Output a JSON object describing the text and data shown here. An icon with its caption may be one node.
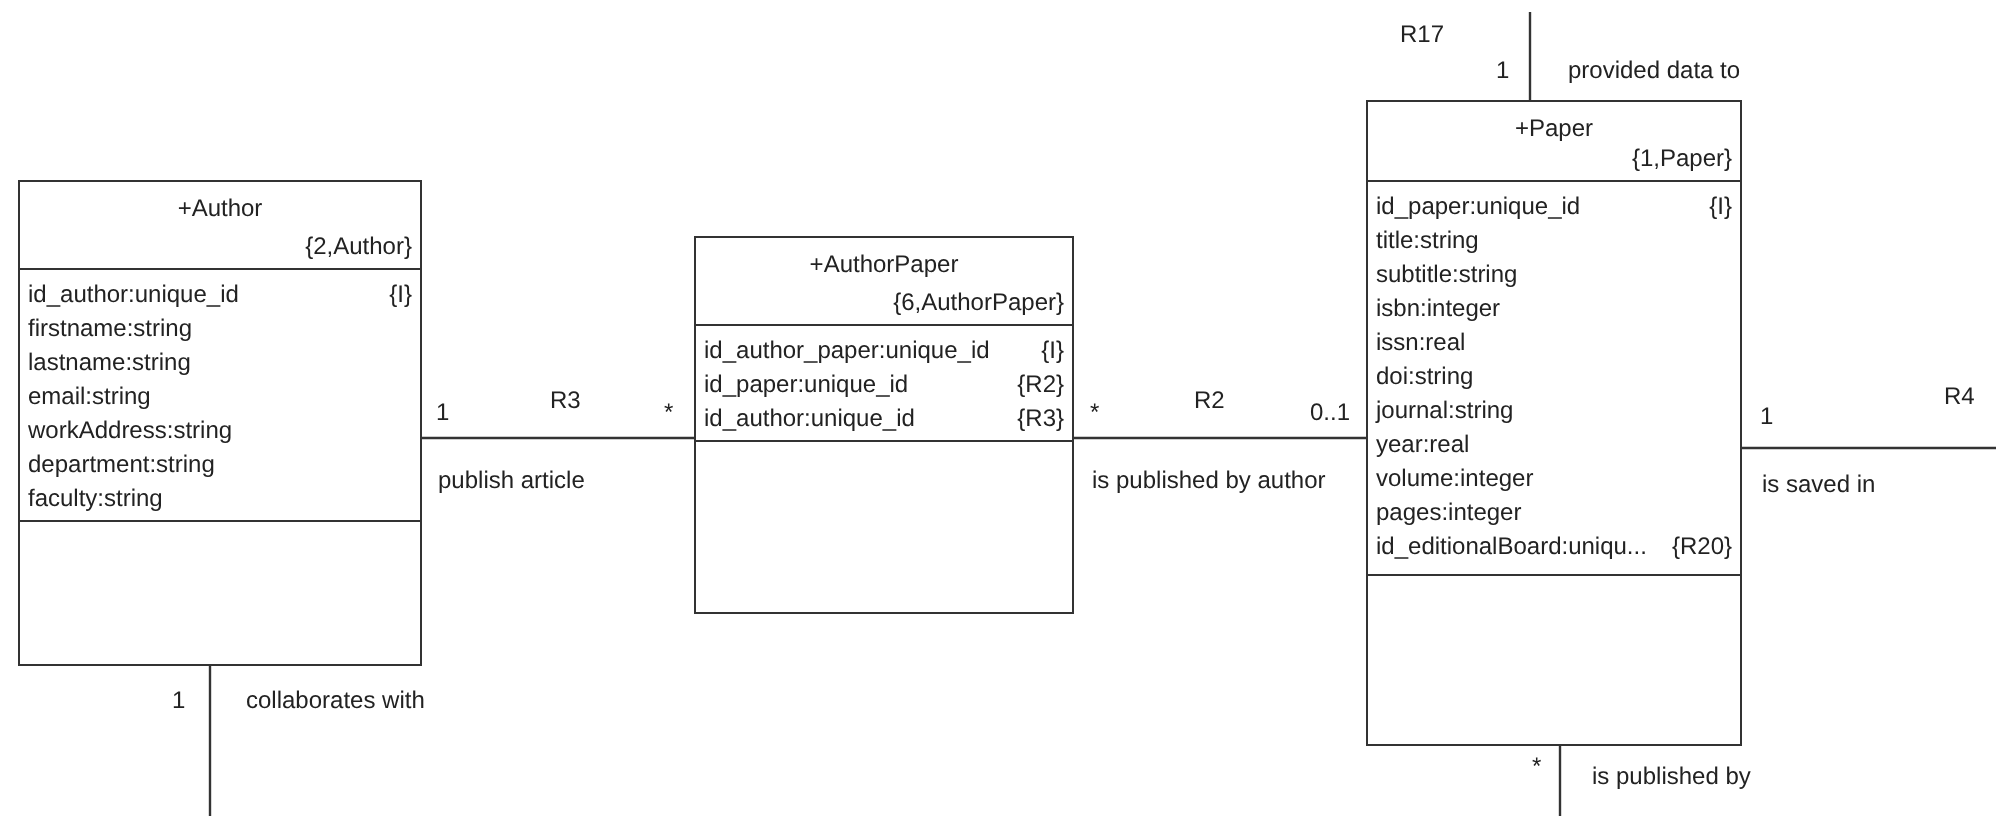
{
  "diagram": {
    "nodes": [
      {
        "text": [
          "+Author",
          "{2,Author}",
          "id_author:unique_id",
          "{I}",
          "firstname:string",
          "lastname:string",
          "email:string",
          "workAddress:string",
          "department:string",
          "faculty:string"
        ]
      },
      {
        "text": [
          "+AuthorPaper",
          "{6,AuthorPaper}",
          "id_author_paper:unique_id",
          "{I}",
          "id_paper:unique_id",
          "{R2}",
          "id_author:unique_id",
          "{R3}"
        ]
      },
      {
        "text": [
          "+Paper",
          "{1,Paper}",
          "id_paper:unique_id",
          "{I}",
          "title:string",
          "subtitle:string",
          "isbn:integer",
          "issn:real",
          "doi:string",
          "journal:string",
          "year:real",
          "volume:integer",
          "pages:integer",
          "id_editionalBoard:uniqu...",
          "{R20}"
        ]
      }
    ],
    "edges": [
      {
        "from": 0,
        "to": 1,
        "arrow": "none",
        "label": "publish article"
      },
      {
        "from": 1,
        "to": 2,
        "arrow": "none",
        "label": "is published by author"
      },
      {
        "from": 0,
        "to": null,
        "arrow": "none",
        "label": "collaborates with"
      },
      {
        "from": 2,
        "to": null,
        "arrow": "none",
        "label": "provided data to"
      },
      {
        "from": 2,
        "to": null,
        "arrow": "none",
        "label": "is saved in"
      },
      {
        "from": 2,
        "to": null,
        "arrow": "none",
        "label": "is published by"
      }
    ],
    "labels": [
      "R17",
      "1",
      "R3",
      "R2",
      "R4",
      "1",
      "*",
      "*",
      "0..1",
      "1",
      "1",
      "*"
    ]
  }
}
